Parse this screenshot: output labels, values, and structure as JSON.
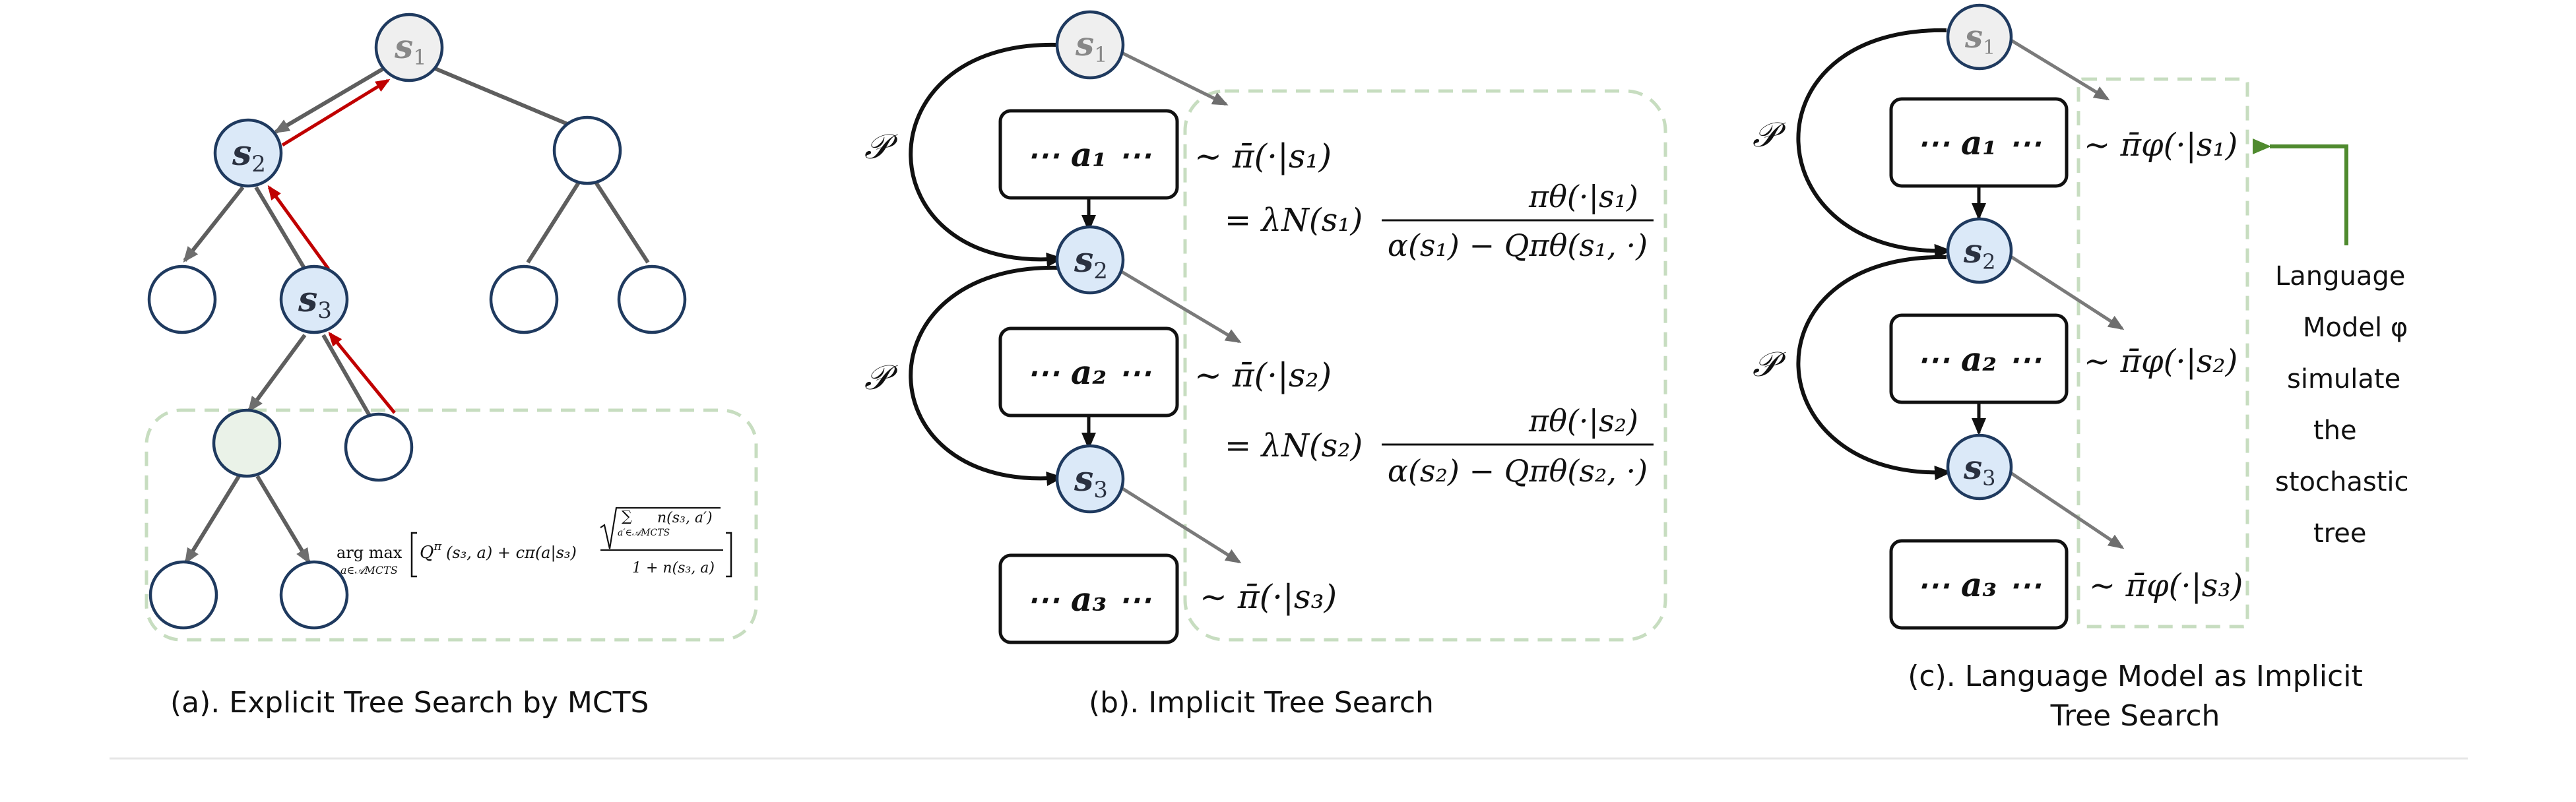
{
  "captions": {
    "a": "(a). Explicit Tree Search by MCTS",
    "b": "(b). Implicit Tree Search",
    "c_line1": "(c). Language Model as Implicit",
    "c_line2": "Tree Search"
  },
  "nodes": {
    "s1": "s",
    "s1_sub": "1",
    "s2": "s",
    "s2_sub": "2",
    "s3": "s",
    "s3_sub": "3"
  },
  "panel_a": {
    "uct_argmax": "arg max",
    "uct_domain": "a∈𝒜MCTS",
    "uct_q": "Q",
    "uct_pi_sup": "π",
    "uct_args": "(s₃, a) + cπ(a|s₃)",
    "uct_sum": "∑",
    "uct_sum_domain": "a′∈𝒜MCTS",
    "uct_n": "n(s₃, a′)",
    "uct_denominator": "1 + n(s₃, a)"
  },
  "panel_b": {
    "transition": "𝒫",
    "action_1": "⋯ a₁ ⋯",
    "action_2": "⋯ a₂ ⋯",
    "action_3": "⋯ a₃ ⋯",
    "dist_1": "∼ π̄(·|s₁)",
    "dist_2": "∼ π̄(·|s₂)",
    "dist_3": "∼ π̄(·|s₃)",
    "eq_lhs_1": "= λN(s₁)",
    "eq_num_1": "πθ(·|s₁)",
    "eq_den_1": "α(s₁) − Qπθ(s₁, ·)",
    "eq_lhs_2": "= λN(s₂)",
    "eq_num_2": "πθ(·|s₂)",
    "eq_den_2": "α(s₂) − Qπθ(s₂, ·)"
  },
  "panel_c": {
    "transition": "𝒫",
    "action_1": "⋯ a₁ ⋯",
    "action_2": "⋯ a₂ ⋯",
    "action_3": "⋯ a₃ ⋯",
    "dist_1": "∼ π̄φ(·|s₁)",
    "dist_2": "∼ π̄φ(·|s₂)",
    "dist_3": "∼ π̄φ(·|s₃)",
    "side_text": [
      "Language",
      "Model φ",
      "simulate",
      "the",
      "stochastic",
      "tree"
    ]
  },
  "colors": {
    "node_fill": "#ffffff",
    "node_visited": "#dbe9f8",
    "node_root": "#efefef",
    "node_expand": "#eaf2e8",
    "node_stroke": "#1f3a5f",
    "backprop_arrow": "#c00000",
    "green_box": "#c7ddc0",
    "green_arrow": "#4f8a2e",
    "grey_edge": "#7a7a7a"
  }
}
